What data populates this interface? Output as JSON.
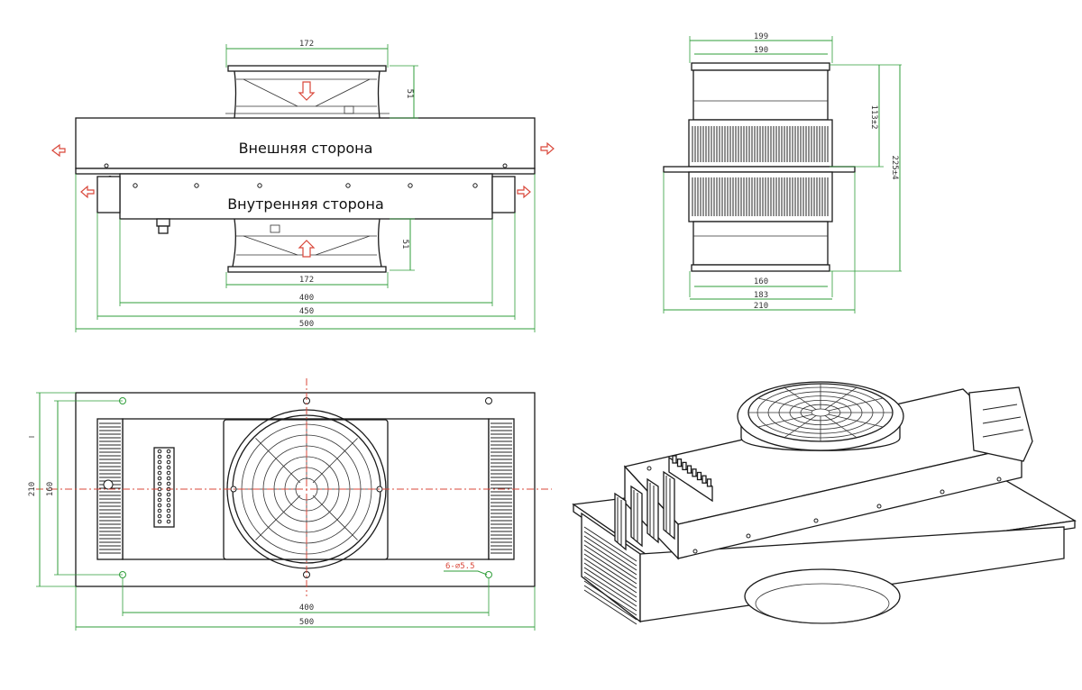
{
  "labels": {
    "outer_side": "Внешняя сторона",
    "inner_side": "Внутренняя сторона"
  },
  "dimensions": {
    "front_fan_top": "172",
    "front_fan_height_top": "51",
    "front_fan_height_bottom": "51",
    "front_fan_bottom": "172",
    "front_400": "400",
    "front_450": "450",
    "front_500": "500",
    "side_top_outer": "199",
    "side_top_inner": "190",
    "side_height_upper": "113±2",
    "side_height_total": "225±4",
    "side_bottom_inner": "160",
    "side_bottom_mid": "183",
    "side_bottom_outer": "210",
    "plan_height_outer": "210",
    "plan_height_inner": "160",
    "plan_400": "400",
    "plan_500": "500",
    "plan_holes": "6-⌀5.5"
  },
  "colors": {
    "dimension": "#2f9e3a",
    "centerline": "#d9473a",
    "outline": "#1a1a1a"
  }
}
